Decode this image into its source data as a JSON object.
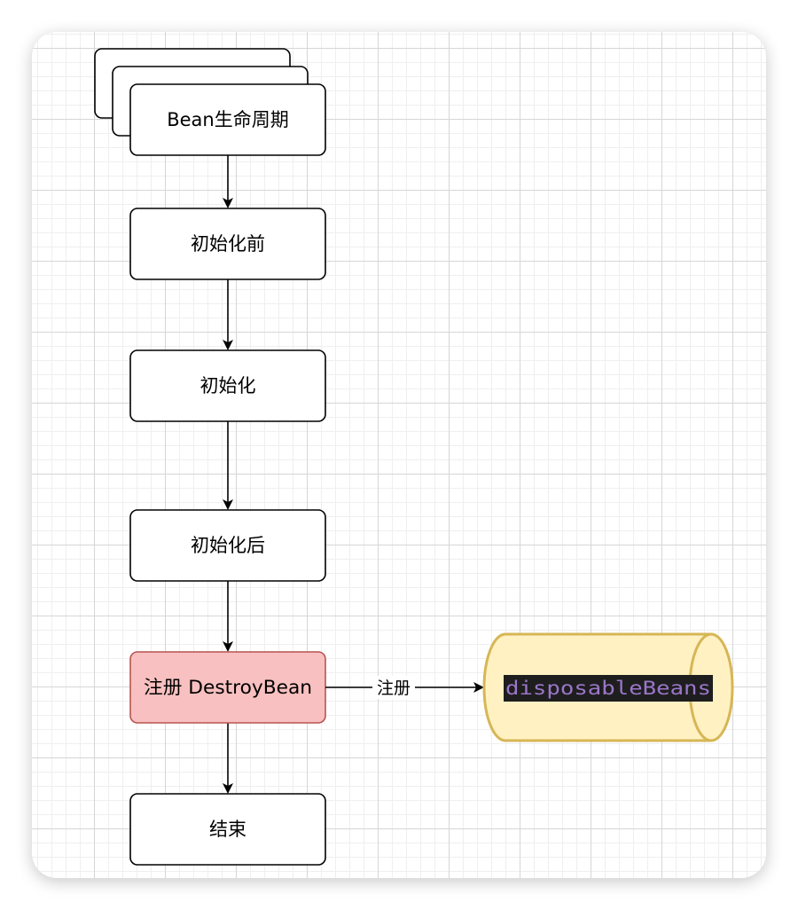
{
  "colors": {
    "node_fill": "#ffffff",
    "node_stroke": "#000000",
    "highlight_fill": "#f8c0c0",
    "highlight_stroke": "#b85450",
    "cylinder_fill": "#fff1c2",
    "cylinder_stroke": "#d6b656",
    "code_bg": "#1e1e1e",
    "code_text": "#9b76c9"
  },
  "nodes": {
    "lifecycle": "Bean生命周期",
    "before_init": "初始化前",
    "init": "初始化",
    "after_init": "初始化后",
    "register_destroy": "注册 DestroyBean",
    "end": "结束"
  },
  "edges": {
    "register_label": "注册"
  },
  "store": {
    "name": "disposableBeans"
  }
}
